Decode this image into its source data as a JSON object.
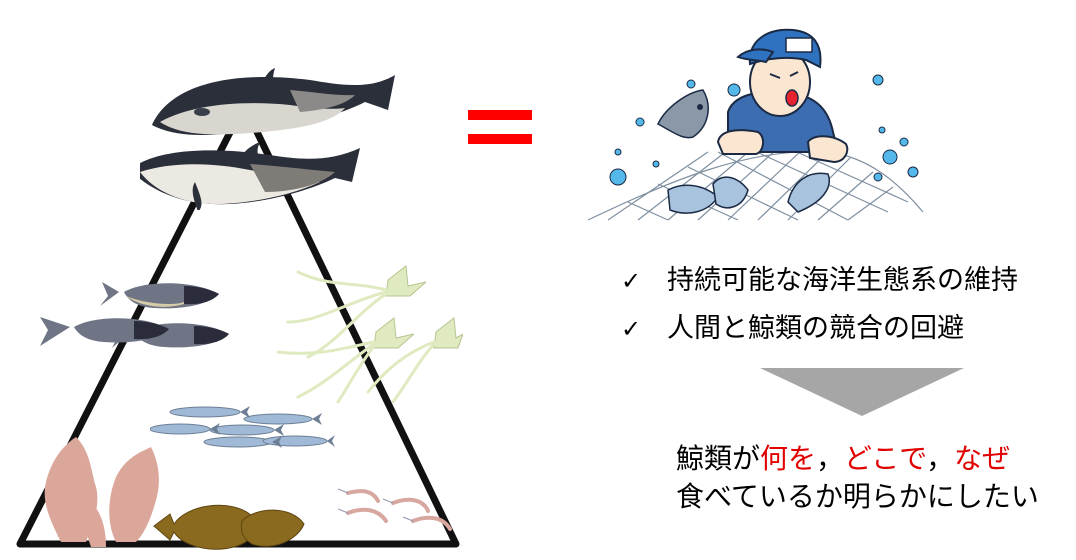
{
  "pyramid": {
    "apex_predator": "dolphins",
    "levels": [
      {
        "name": "dolphin",
        "count": 2
      },
      {
        "name": "fish",
        "count": 3
      },
      {
        "name": "squid",
        "count": 3
      },
      {
        "name": "sardine",
        "count": 6
      },
      {
        "name": "seaweed",
        "count": 3
      },
      {
        "name": "flatfish",
        "count": 2
      },
      {
        "name": "shrimp",
        "count": 4
      }
    ],
    "line_color": "#111111"
  },
  "equals": {
    "color": "#ff0000"
  },
  "fisherman": {
    "cap_color": "#2e72c0",
    "shirt_color": "#3c6fb0",
    "bubble_color": "#55b8ea",
    "fish_color": "#9fb8cc"
  },
  "checklist": {
    "check_symbol": "✓",
    "items": [
      "持続可能な海洋生態系の維持",
      "人間と鯨類の競合の回避"
    ]
  },
  "arrow": {
    "color": "#a6a6a6"
  },
  "goal": {
    "line1_prefix": "鯨類が",
    "what": "何を",
    "sep1": "，",
    "where": "どこで",
    "sep2": "，",
    "why": "なぜ",
    "line2": "食べているか明らかにしたい",
    "accent_color": "#e00000"
  }
}
